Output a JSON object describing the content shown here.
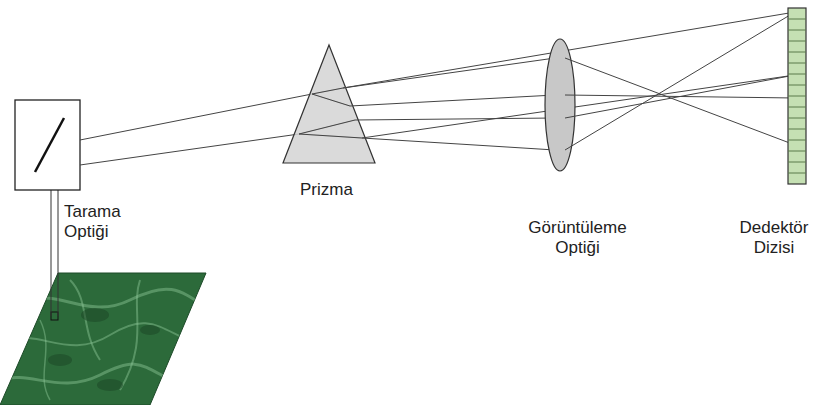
{
  "diagram": {
    "labels": [
      "Tarama Optiği",
      "Prizma",
      "Görüntüleme Optiği",
      "Dedektör Dizisi"
    ]
  }
}
